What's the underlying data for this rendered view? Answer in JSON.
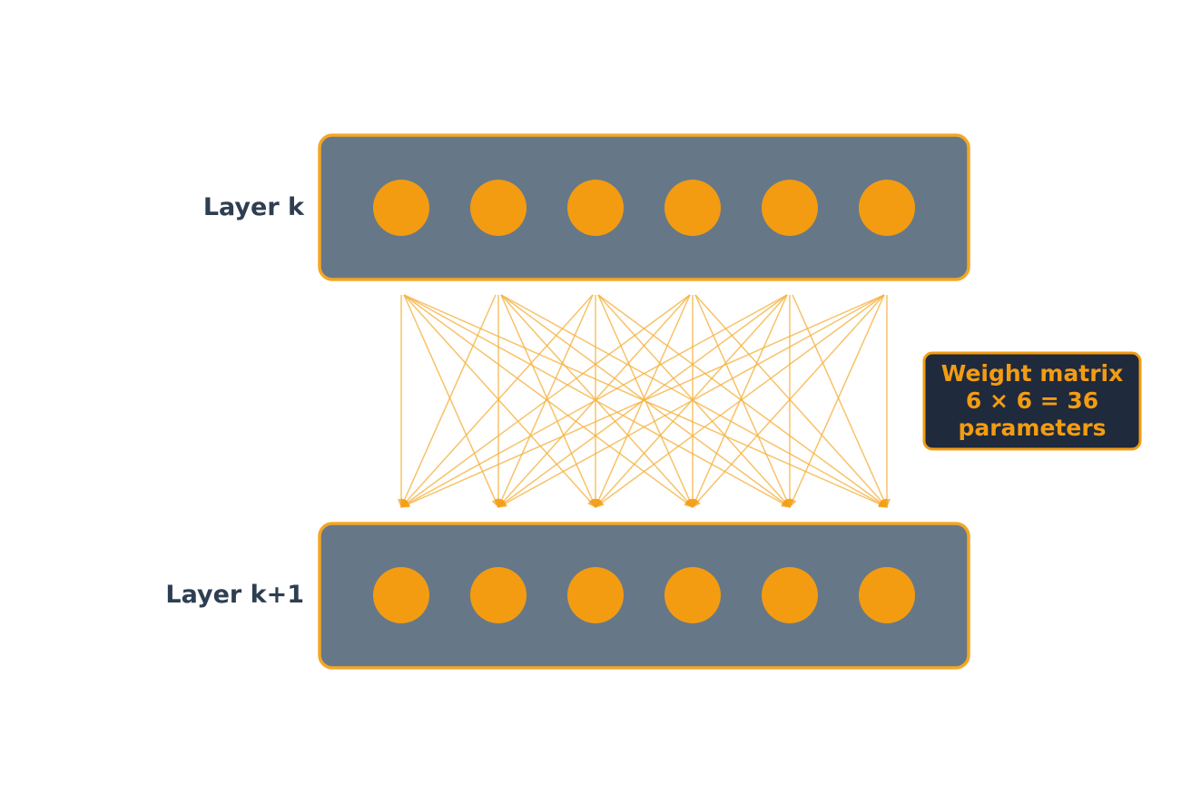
{
  "diagram": {
    "title": "Fully connected layer weight matrix",
    "layers": [
      {
        "label": "Layer k",
        "neurons": 6
      },
      {
        "label": "Layer k+1",
        "neurons": 6
      }
    ],
    "connections": "all-to-all",
    "info_box": {
      "line1": "Weight matrix",
      "line2": "6 × 6 = 36",
      "line3": "parameters"
    },
    "colors": {
      "layer_fill": "#667888",
      "layer_border": "#f5a623",
      "neuron": "#f39c12",
      "connection": "#f5b342",
      "label_text": "#2e3e52",
      "info_fill": "#1f2a3c",
      "info_border": "#f39c12",
      "info_text": "#f39c12"
    }
  }
}
